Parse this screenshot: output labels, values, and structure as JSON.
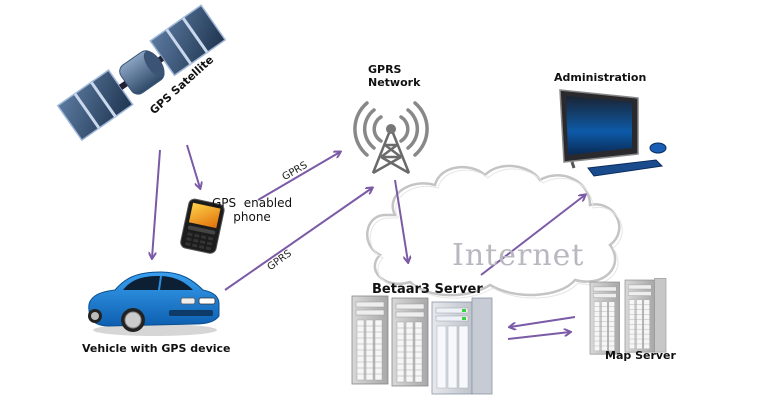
{
  "diagram": {
    "type": "network-architecture",
    "theme": {
      "arrow_color": "#7b5aa6",
      "cloud_stroke": "#c4c4c4",
      "internet_text_color": "#b8b8c0"
    },
    "nodes": [
      {
        "id": "satellite",
        "label": "GPS Satellite",
        "icon": "satellite-icon"
      },
      {
        "id": "phone",
        "label": "GPS  enabled\nphone",
        "label_line1": "GPS  enabled",
        "label_line2": "phone",
        "icon": "smartphone-icon"
      },
      {
        "id": "vehicle",
        "label": "Vehicle with GPS device",
        "icon": "car-icon"
      },
      {
        "id": "gprs",
        "label": "GPRS\nNetwork",
        "label_line1": "GPRS",
        "label_line2": "Network",
        "icon": "radio-tower-icon"
      },
      {
        "id": "internet",
        "label": "Internet",
        "icon": "cloud-icon"
      },
      {
        "id": "betaar3",
        "label": "Betaar3 Server",
        "icon": "server-rack-icon"
      },
      {
        "id": "admin",
        "label": "Administration",
        "icon": "desktop-computer-icon"
      },
      {
        "id": "mapserver",
        "label": "Map Server",
        "icon": "server-rack-icon"
      }
    ],
    "edges": [
      {
        "from": "satellite",
        "to": "vehicle",
        "label": ""
      },
      {
        "from": "satellite",
        "to": "phone",
        "label": ""
      },
      {
        "from": "phone",
        "to": "gprs",
        "label": "GPRS"
      },
      {
        "from": "vehicle",
        "to": "gprs",
        "label": "GPRS"
      },
      {
        "from": "gprs",
        "to": "betaar3",
        "label": ""
      },
      {
        "from": "betaar3",
        "to": "admin",
        "label": ""
      },
      {
        "from": "mapserver",
        "to": "betaar3",
        "label": ""
      },
      {
        "from": "betaar3",
        "to": "mapserver",
        "label": ""
      }
    ]
  }
}
